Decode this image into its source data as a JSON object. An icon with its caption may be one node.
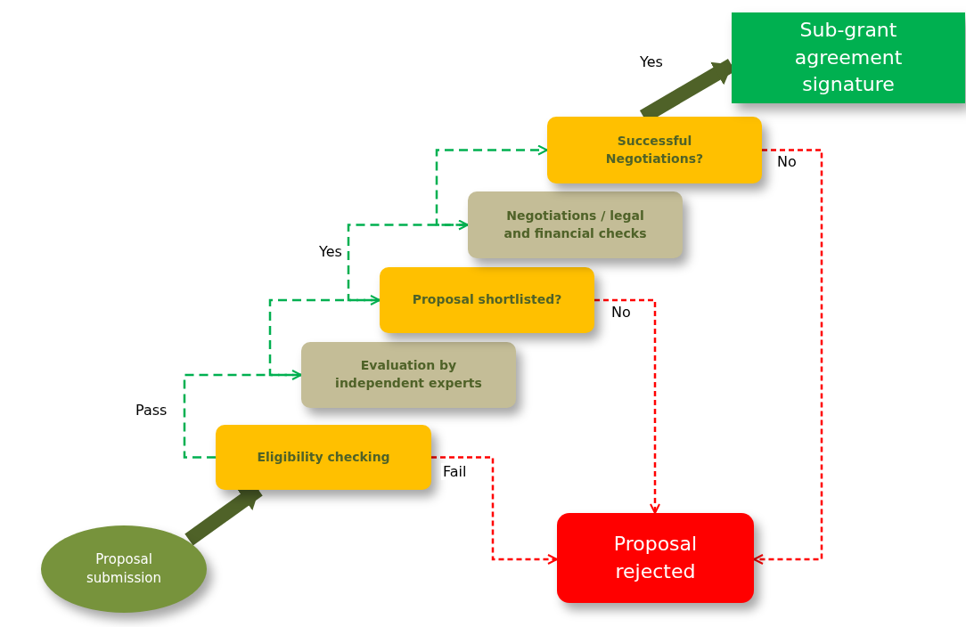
{
  "diagram": {
    "nodes": [
      {
        "text": [
          "Proposal submission"
        ]
      },
      {
        "text": [
          "Eligibility checking"
        ]
      },
      {
        "text": [
          "Evaluation by independent experts"
        ]
      },
      {
        "text": [
          "Proposal shortlisted?"
        ]
      },
      {
        "text": [
          "Negotiations / legal and financial checks"
        ]
      },
      {
        "text": [
          "Successful Negotiations?"
        ]
      },
      {
        "text": [
          "Sub-grant agreement signature"
        ]
      },
      {
        "text": [
          "Proposal rejected"
        ]
      }
    ],
    "edges": [
      {
        "from": 0,
        "to": 1,
        "arrow": "to",
        "style": "thick",
        "color": "#4f6228"
      },
      {
        "from": 1,
        "to": 2,
        "arrow": "to",
        "style": "dashed",
        "label": "Pass"
      },
      {
        "from": 2,
        "to": 3,
        "arrow": "to",
        "style": "dashed"
      },
      {
        "from": 3,
        "to": 4,
        "arrow": "to",
        "style": "dashed",
        "label": "Yes"
      },
      {
        "from": 4,
        "to": 5,
        "arrow": "to",
        "style": "dashed"
      },
      {
        "from": 5,
        "to": 6,
        "arrow": "to",
        "style": "thick",
        "color": "#4f6228",
        "label": "Yes"
      },
      {
        "from": 1,
        "to": 7,
        "arrow": "to",
        "style": "dashed",
        "color": "#ff0000",
        "label": "Fail"
      },
      {
        "from": 3,
        "to": 7,
        "arrow": "to",
        "style": "dashed",
        "color": "#ff0000",
        "label": "No"
      },
      {
        "from": 5,
        "to": 7,
        "arrow": "to",
        "style": "dashed",
        "color": "#ff0000",
        "label": "No"
      }
    ]
  }
}
